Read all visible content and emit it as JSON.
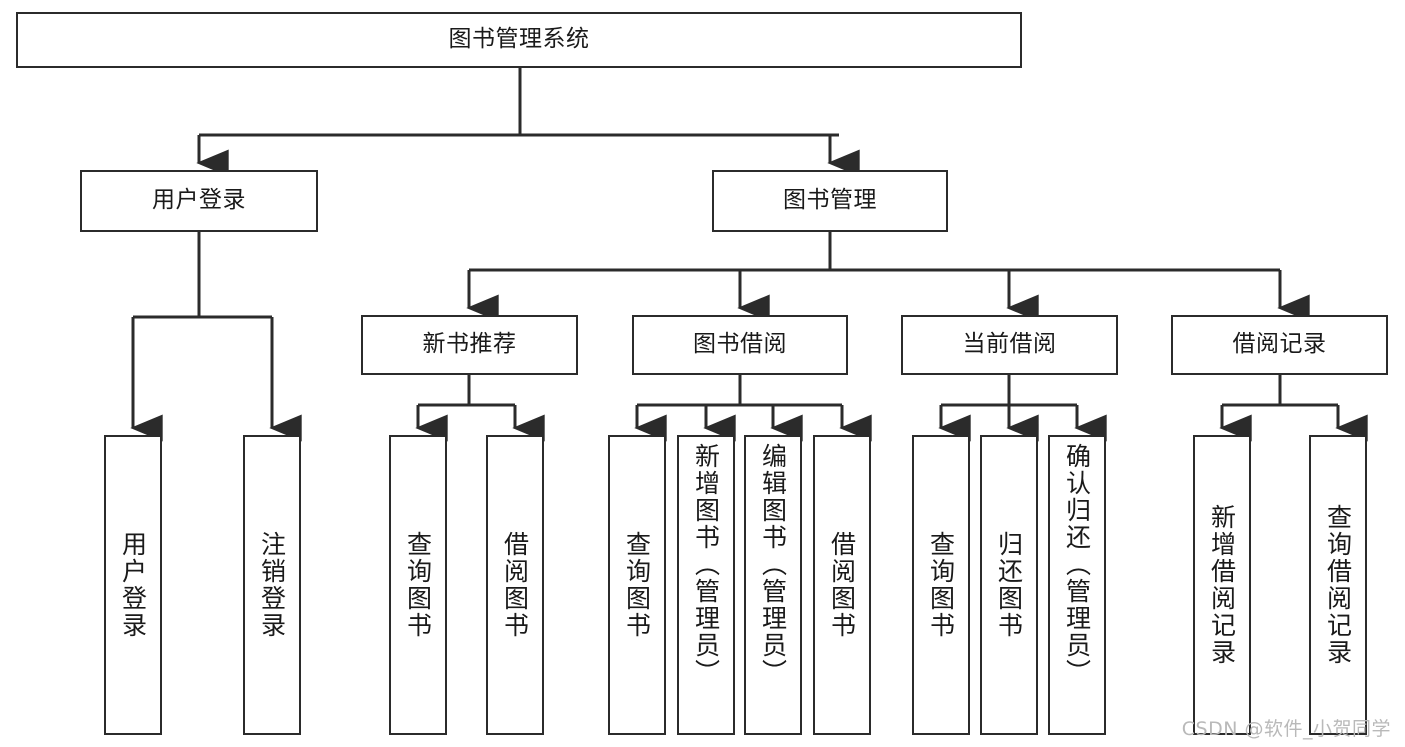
{
  "diagram": {
    "title": "图书管理系统",
    "watermark": "CSDN @软件_小贺同学",
    "line_color": "#2b2b2b",
    "box_fill": "#ffffff",
    "text_color": "#1a1a1a",
    "watermark_color": "#b9b9b9",
    "levels": {
      "root": {
        "label": "图书管理系统"
      },
      "level2": [
        {
          "label": "用户登录"
        },
        {
          "label": "图书管理"
        }
      ],
      "level3": [
        {
          "label": "新书推荐"
        },
        {
          "label": "图书借阅"
        },
        {
          "label": "当前借阅"
        },
        {
          "label": "借阅记录"
        }
      ],
      "leaves": {
        "user_login": [
          {
            "label": "用户登录"
          },
          {
            "label": "注销登录"
          }
        ],
        "new_book": [
          {
            "label": "查询图书"
          },
          {
            "label": "借阅图书"
          }
        ],
        "book_borrow": [
          {
            "label": "查询图书"
          },
          {
            "label": "新增图书（管理员）"
          },
          {
            "label": "编辑图书（管理员）"
          },
          {
            "label": "借阅图书"
          }
        ],
        "current_borrow": [
          {
            "label": "查询图书"
          },
          {
            "label": "归还图书"
          },
          {
            "label": "确认归还（管理员）"
          }
        ],
        "borrow_record": [
          {
            "label": "新增借阅记录"
          },
          {
            "label": "查询借阅记录"
          }
        ]
      }
    }
  }
}
